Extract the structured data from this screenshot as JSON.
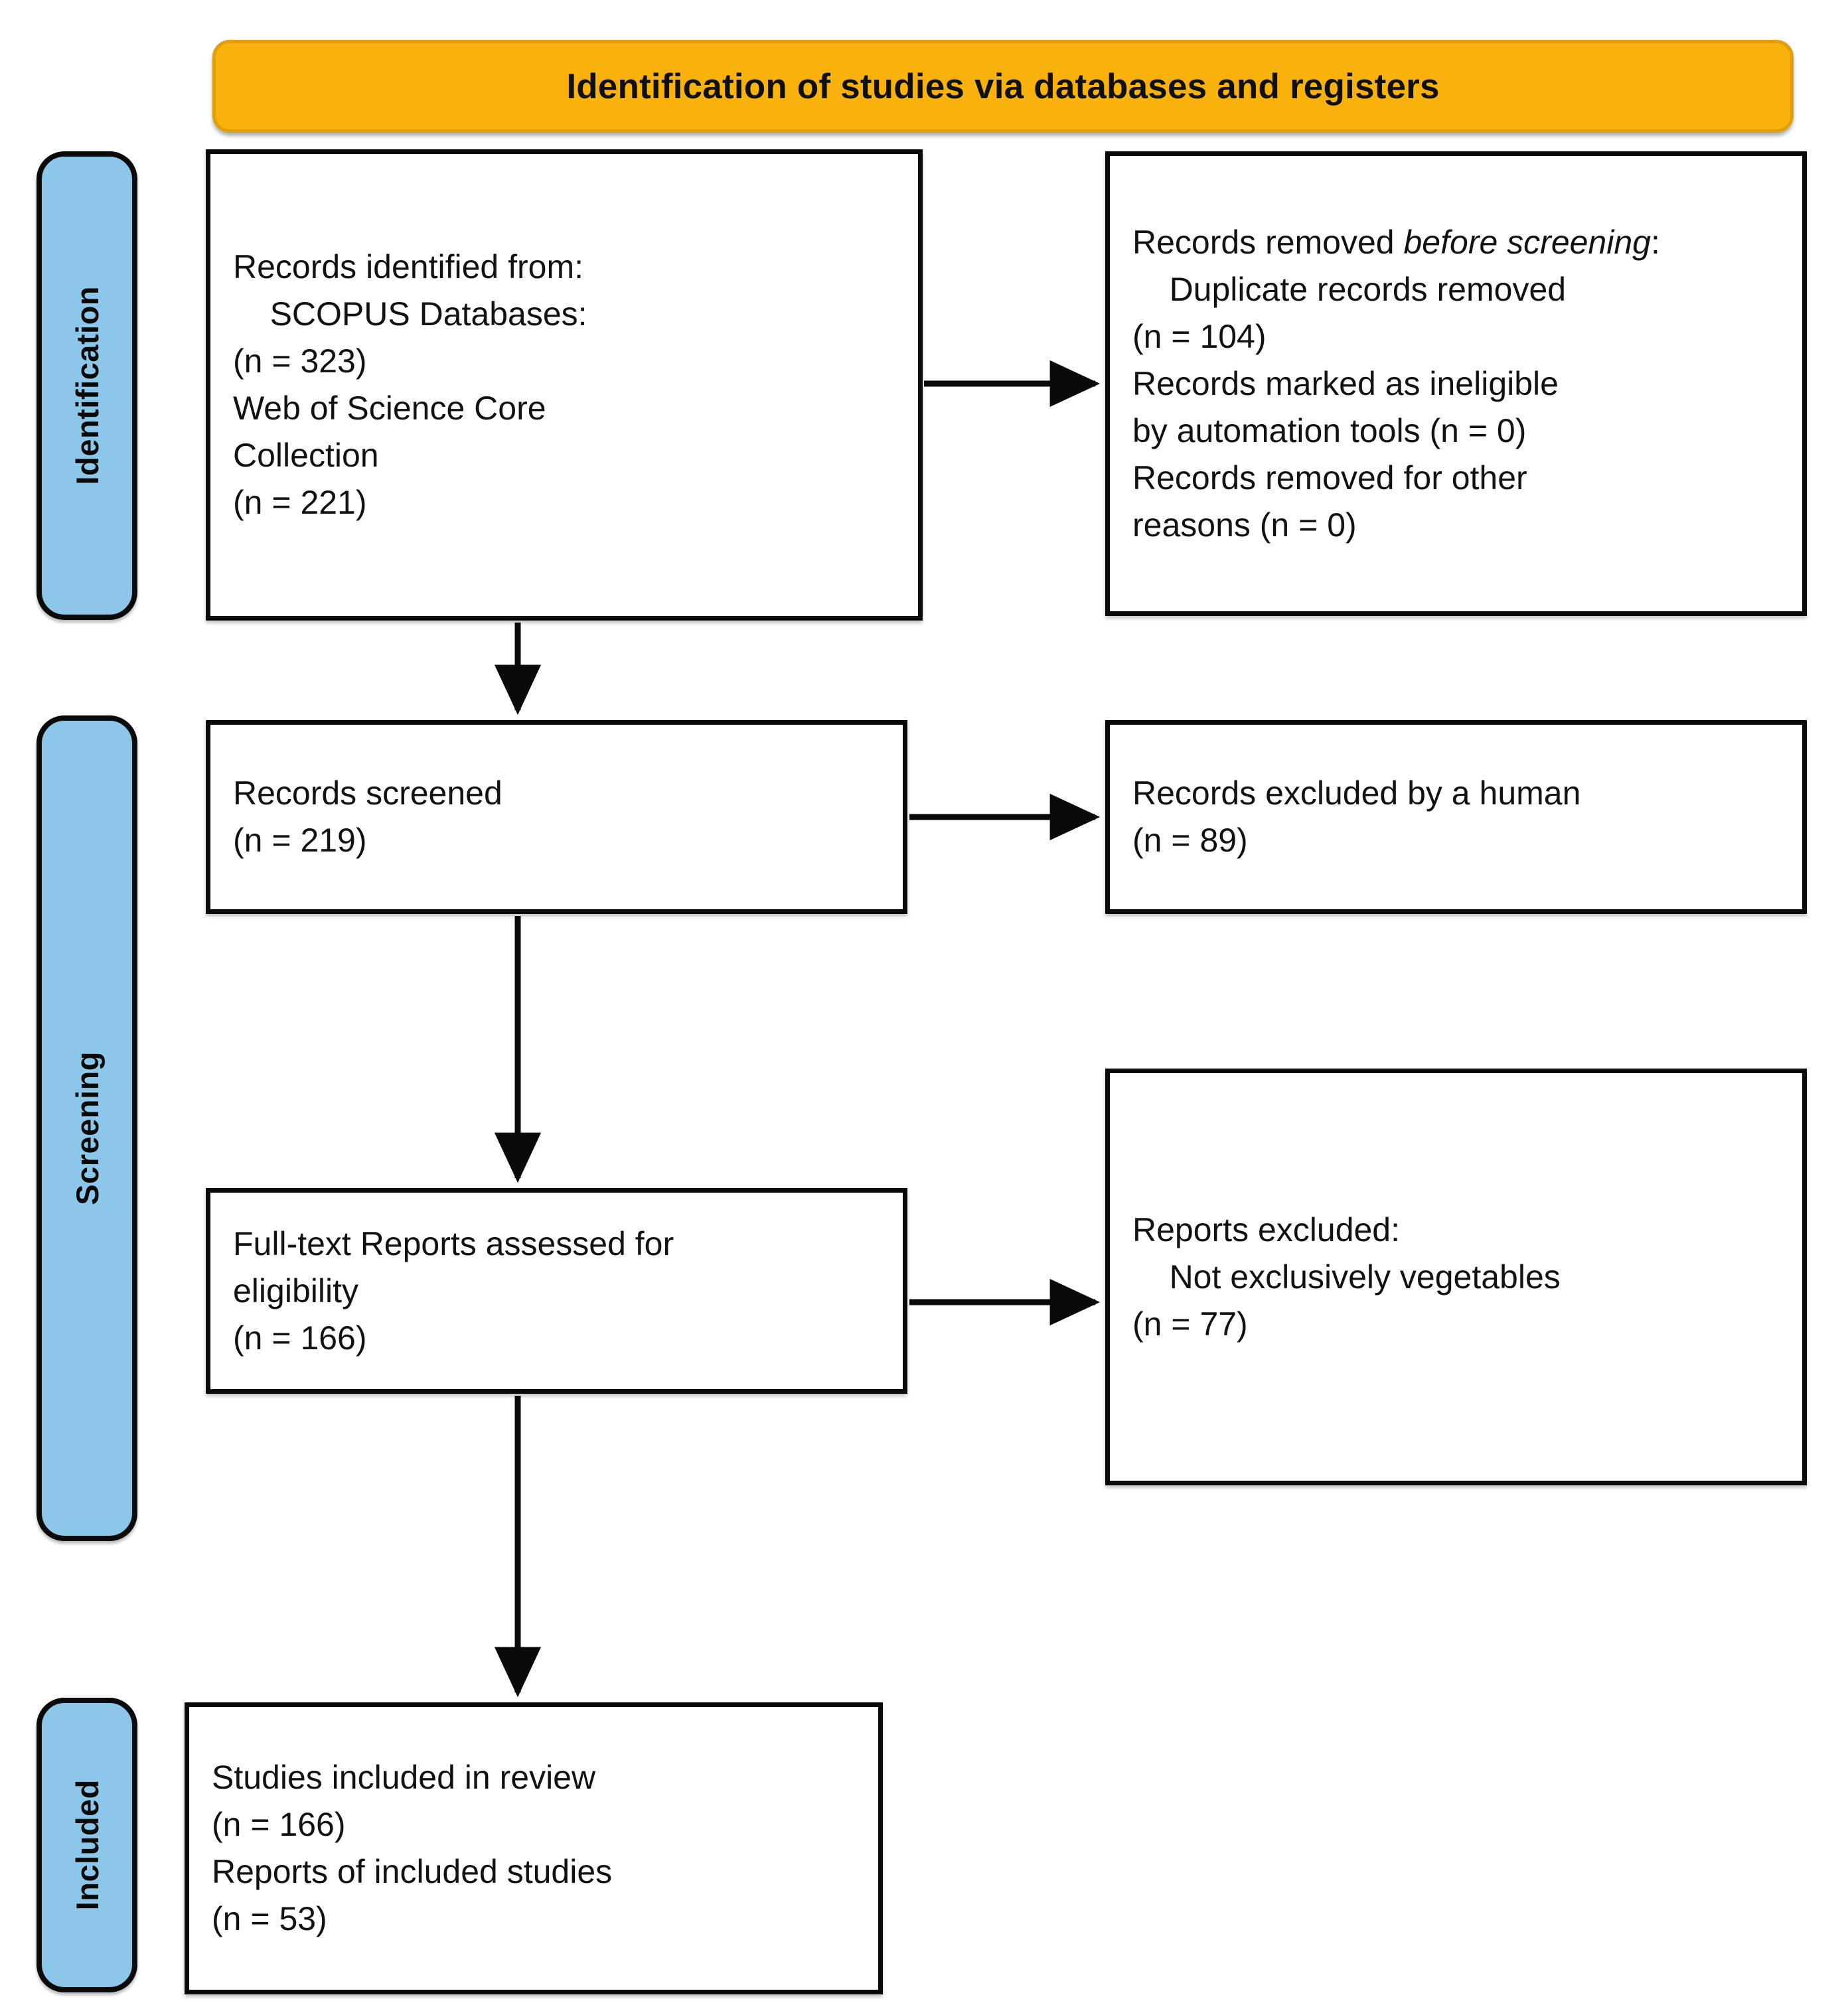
{
  "diagram": {
    "type": "prisma-flow-diagram",
    "title": "Identification of studies via databases and registers",
    "colors": {
      "title_banner": "#F9B20C",
      "stage_pill": "#8CC6E8",
      "box_border": "#0a0a0a",
      "box_fill": "#ffffff",
      "text": "#121212"
    }
  },
  "stages": [
    {
      "id": "identification",
      "label": "Identification"
    },
    {
      "id": "screening",
      "label": "Screening"
    },
    {
      "id": "included",
      "label": "Included"
    }
  ],
  "boxes": {
    "identified": {
      "id": "records-identified",
      "text": "Records identified from:\n    SCOPUS Databases:\n(n = 323)\nWeb of Science Core\nCollection\n(n = 221)",
      "lines": [
        "Records identified from:",
        "    SCOPUS Databases:",
        "(n = 323)",
        "Web of Science Core",
        "Collection",
        "(n = 221)"
      ],
      "counts": {
        "scopus_databases": 323,
        "web_of_science_core_collection": 221
      }
    },
    "removed_before_screening": {
      "id": "records-removed-before-screening",
      "heading_plain": "Records removed ",
      "heading_italic": "before screening",
      "heading_suffix": ":",
      "text": "    Duplicate records removed\n(n = 104)\nRecords marked as ineligible\nby automation tools (n = 0)\nRecords removed for other\nreasons (n = 0)",
      "lines": [
        "    Duplicate records removed",
        "(n = 104)",
        "Records marked as ineligible",
        "by automation tools (n = 0)",
        "Records removed for other",
        "reasons (n = 0)"
      ],
      "counts": {
        "duplicate_records_removed": 104,
        "marked_ineligible_by_automation_tools": 0,
        "removed_for_other_reasons": 0
      }
    },
    "screened": {
      "id": "records-screened",
      "text": "Records screened\n(n = 219)",
      "lines": [
        "Records screened",
        "(n = 219)"
      ],
      "counts": {
        "records_screened": 219
      }
    },
    "excluded_by_human": {
      "id": "records-excluded-by-a-human",
      "text": "Records excluded by a human\n(n = 89)",
      "lines": [
        "Records excluded by a human",
        "(n = 89)"
      ],
      "counts": {
        "records_excluded": 89
      }
    },
    "fulltext_assessed": {
      "id": "full-text-reports-assessed",
      "text": "Full-text Reports assessed for\neligibility\n(n = 166)",
      "lines": [
        "Full-text Reports assessed for",
        "eligibility",
        "(n = 166)"
      ],
      "counts": {
        "reports_assessed": 166
      }
    },
    "reports_excluded": {
      "id": "reports-excluded",
      "text": "Reports excluded:\n    Not exclusively vegetables\n(n = 77)",
      "lines": [
        "Reports excluded:",
        "    Not exclusively vegetables",
        "(n = 77)"
      ],
      "counts": {
        "not_exclusively_vegetables": 77
      }
    },
    "studies_included": {
      "id": "studies-included-in-review",
      "text": "Studies included in review\n(n = 166)\nReports of included studies\n(n = 53)",
      "lines": [
        "Studies included in review",
        "(n = 166)",
        "Reports of included studies",
        "(n = 53)"
      ],
      "counts": {
        "studies_included_in_review": 166,
        "reports_of_included_studies": 53
      }
    }
  },
  "connectors": [
    {
      "from": "records-identified",
      "to": "records-removed-before-screening",
      "direction": "horizontal"
    },
    {
      "from": "records-identified",
      "to": "records-screened",
      "direction": "vertical"
    },
    {
      "from": "records-screened",
      "to": "records-excluded-by-a-human",
      "direction": "horizontal"
    },
    {
      "from": "records-screened",
      "to": "full-text-reports-assessed",
      "direction": "vertical"
    },
    {
      "from": "full-text-reports-assessed",
      "to": "reports-excluded",
      "direction": "horizontal"
    },
    {
      "from": "full-text-reports-assessed",
      "to": "studies-included-in-review",
      "direction": "vertical"
    }
  ]
}
